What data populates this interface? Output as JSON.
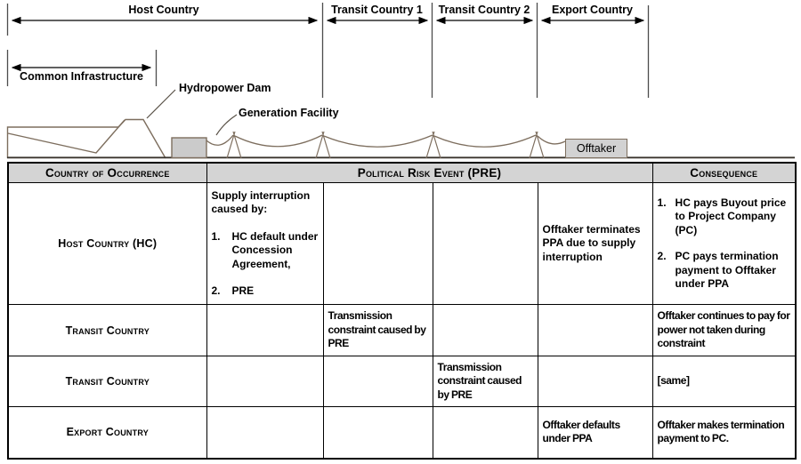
{
  "colors": {
    "header_bg": "#d4d4d4",
    "table_border": "#000000",
    "terrain_line": "#7d6e5e",
    "generation_facility_fill": "#cbcbcb",
    "offtaker_fill": "#d2d2d2"
  },
  "diagram": {
    "spans": [
      {
        "label": "Host Country"
      },
      {
        "label": "Transit Country 1"
      },
      {
        "label": "Transit Country 2"
      },
      {
        "label": "Export Country"
      }
    ],
    "common_infrastructure_label": "Common Infrastructure",
    "hydropower_dam_label": "Hydropower Dam",
    "generation_facility_label": "Generation Facility",
    "offtaker_label": "Offtaker"
  },
  "table": {
    "headers": {
      "country": "Country of Occurrence",
      "pre": "Political Risk Event (PRE)",
      "consequence": "Consequence"
    },
    "rows": [
      {
        "country": "Host Country (HC)",
        "pre_host": {
          "intro": "Supply interruption caused by:",
          "items": [
            {
              "n": "1.",
              "t": "HC default under Concession Agreement,"
            },
            {
              "n": "2.",
              "t": "PRE"
            }
          ]
        },
        "pre_export": "Offtaker terminates PPA due to supply interruption",
        "consequence_items": [
          {
            "n": "1.",
            "t": "HC pays Buyout price to Project Company (PC)"
          },
          {
            "n": "2.",
            "t": "PC pays termination payment to Offtaker under PPA"
          }
        ]
      },
      {
        "country": "Transit Country",
        "pre_transit1": "Transmission constraint caused by PRE",
        "consequence": "Offtaker continues to pay for power not taken during constraint"
      },
      {
        "country": "Transit Country",
        "pre_transit2": "Transmission constraint caused by PRE",
        "consequence": "[same]"
      },
      {
        "country": "Export Country",
        "pre_export": "Offtaker defaults under PPA",
        "consequence": "Offtaker makes termination payment to PC."
      }
    ]
  }
}
